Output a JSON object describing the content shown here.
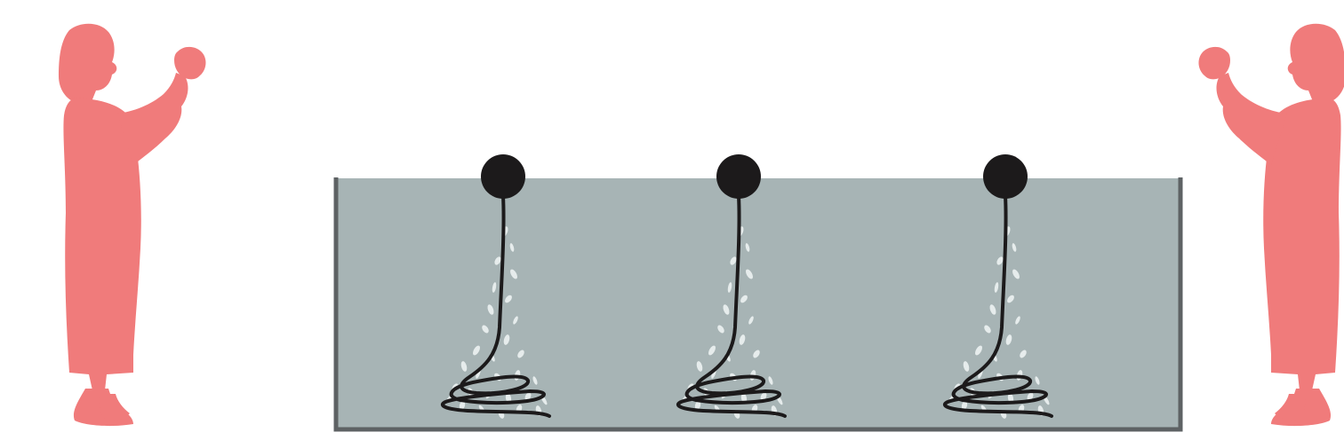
{
  "scene": {
    "colors": {
      "figure": "#f07b7b",
      "tank_water": "#a7b4b5",
      "tank_wall": "#5e6264",
      "float": "#1c1a1b",
      "line": "#1c1a1b",
      "bubbles": "#e6ecec",
      "background": "#ffffff"
    },
    "figures": [
      {
        "name": "left-figure",
        "facing": "right",
        "icon": "standing-person-silhouette"
      },
      {
        "name": "right-figure",
        "facing": "left",
        "icon": "standing-person-silhouette"
      }
    ],
    "tank": {
      "name": "water-tank",
      "icon": "rectangular-water-tank"
    },
    "floats": [
      {
        "name": "float-1",
        "icon": "black-float-ball",
        "line": "coiled-line-with-bubbles"
      },
      {
        "name": "float-2",
        "icon": "black-float-ball",
        "line": "coiled-line-with-bubbles"
      },
      {
        "name": "float-3",
        "icon": "black-float-ball",
        "line": "coiled-line-with-bubbles"
      }
    ]
  }
}
